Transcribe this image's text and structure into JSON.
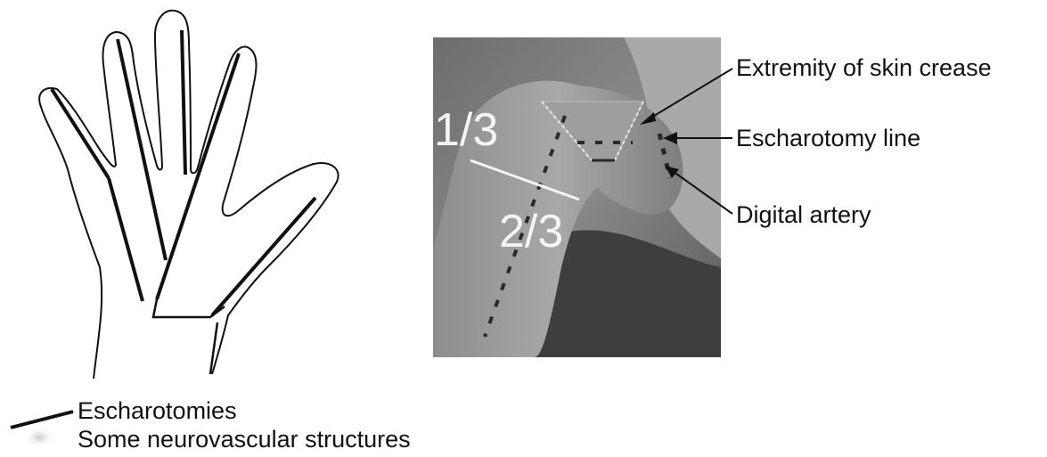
{
  "photo": {
    "label_upper": "1/3",
    "label_lower": "2/3"
  },
  "annotations": {
    "skin_crease": "Extremity of skin crease",
    "escharotomy_line": "Escharotomy line",
    "digital_artery": "Digital artery"
  },
  "legend": {
    "escharotomies": "Escharotomies",
    "neurovascular": "Some neurovascular structures"
  }
}
